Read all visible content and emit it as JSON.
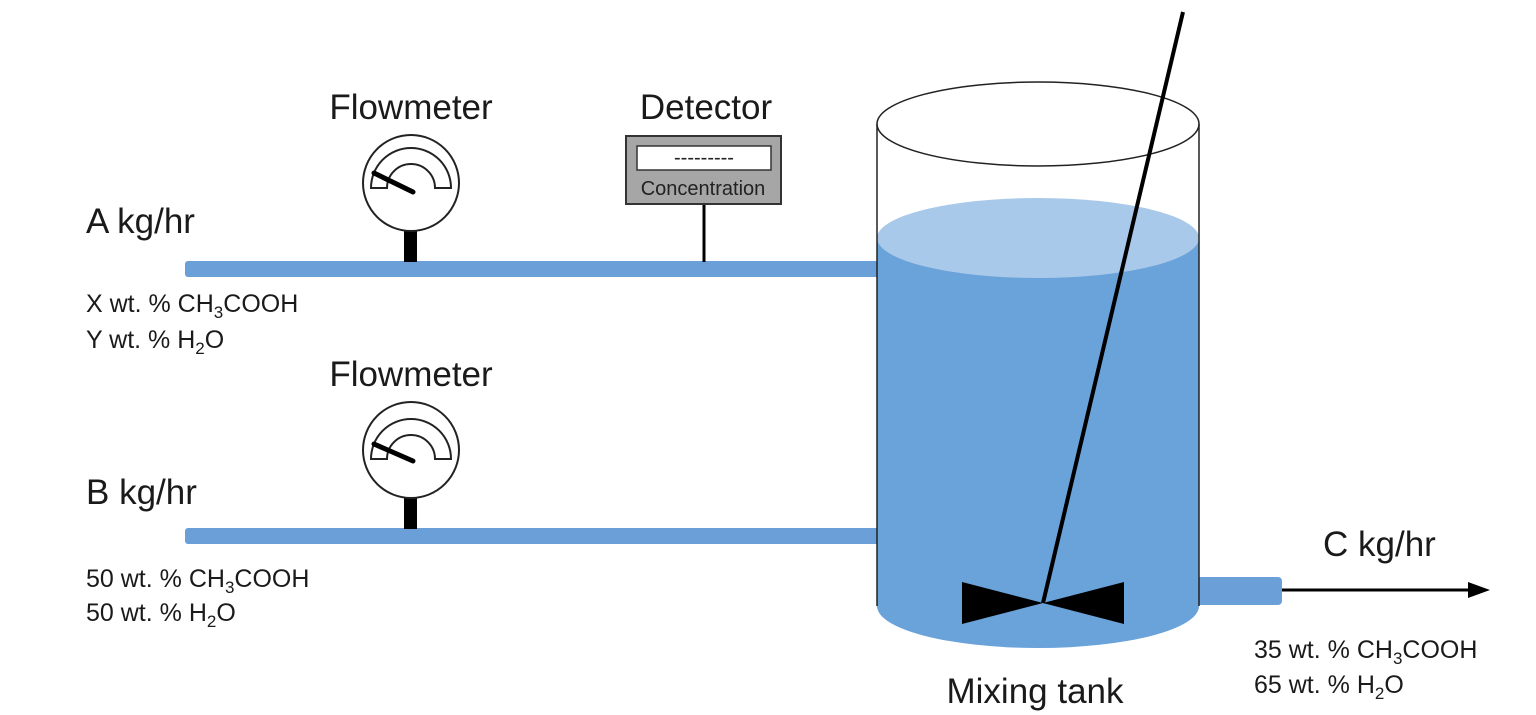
{
  "stream_a": {
    "label": "A kg/hr",
    "line1": {
      "prefix": "X wt. % CH",
      "sub": "3",
      "suffix": "COOH"
    },
    "line2": {
      "prefix": "Y wt. % H",
      "sub": "2",
      "suffix": "O"
    }
  },
  "stream_b": {
    "label": "B kg/hr",
    "line1": {
      "prefix": "50 wt. % CH",
      "sub": "3",
      "suffix": "COOH"
    },
    "line2": {
      "prefix": "50 wt. % H",
      "sub": "2",
      "suffix": "O"
    }
  },
  "stream_c": {
    "label": "C kg/hr",
    "line1": {
      "prefix": "35 wt. % CH",
      "sub": "3",
      "suffix": "COOH"
    },
    "line2": {
      "prefix": "65 wt. % H",
      "sub": "2",
      "suffix": "O"
    }
  },
  "flowmeter_a": {
    "label": "Flowmeter"
  },
  "flowmeter_b": {
    "label": "Flowmeter"
  },
  "detector": {
    "label": "Detector",
    "display": "---------",
    "caption": "Concentration"
  },
  "tank": {
    "label": "Mixing tank"
  },
  "colors": {
    "pipe": "#6a9fd8",
    "liquid": "#6aa2da",
    "liquid_top": "#a9c9ea",
    "detector_body": "#a6a6a6"
  }
}
